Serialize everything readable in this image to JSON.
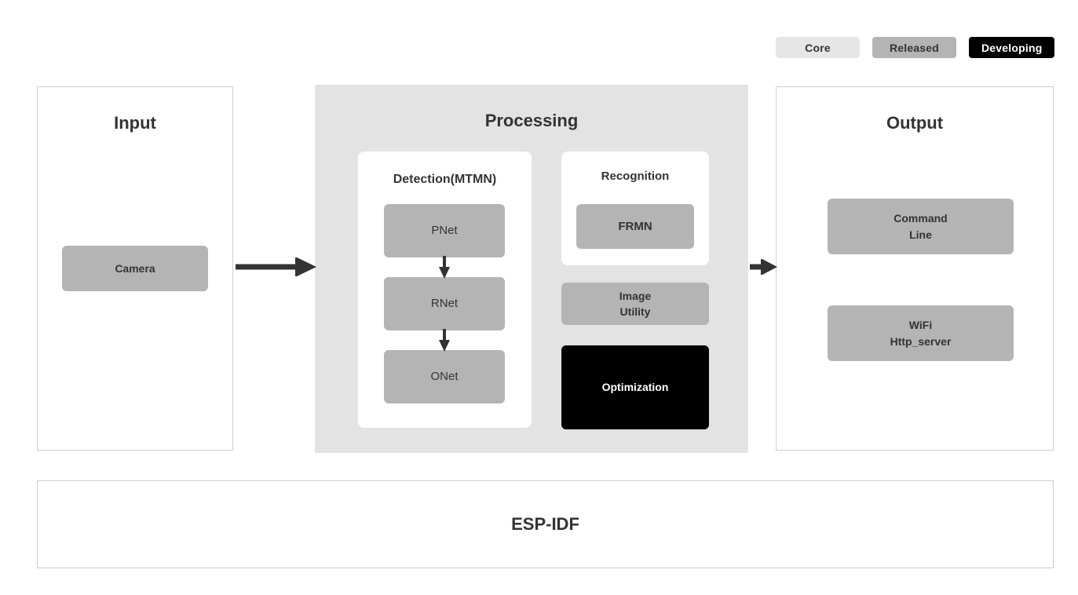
{
  "legend": {
    "items": [
      {
        "label": "Core",
        "color": "#e6e6e6",
        "text_color": "#333333"
      },
      {
        "label": "Released",
        "color": "#b4b4b4",
        "text_color": "#333333"
      },
      {
        "label": "Developing",
        "color": "#000000",
        "text_color": "#ffffff"
      }
    ]
  },
  "input": {
    "title": "Input",
    "nodes": [
      {
        "label": "Camera",
        "status": "Released"
      }
    ]
  },
  "processing": {
    "title": "Processing",
    "detection": {
      "title": "Detection(MTMN)",
      "nodes": [
        {
          "label": "PNet",
          "status": "Released"
        },
        {
          "label": "RNet",
          "status": "Released"
        },
        {
          "label": "ONet",
          "status": "Released"
        }
      ]
    },
    "recognition": {
      "title": "Recognition",
      "nodes": [
        {
          "label": "FRMN",
          "status": "Released"
        }
      ]
    },
    "extras": [
      {
        "label": "Image\nUtility",
        "status": "Released"
      },
      {
        "label": "Optimization",
        "status": "Developing"
      }
    ]
  },
  "output": {
    "title": "Output",
    "nodes": [
      {
        "label": "Command\nLine",
        "status": "Released"
      },
      {
        "label": "WiFi\nHttp_server",
        "status": "Released"
      }
    ]
  },
  "foundation": {
    "label": "ESP-IDF"
  },
  "flow": {
    "arrows": [
      {
        "from": "Input",
        "to": "Processing",
        "direction": "right"
      },
      {
        "from": "Processing",
        "to": "Output",
        "direction": "right"
      },
      {
        "from": "PNet",
        "to": "RNet",
        "direction": "down"
      },
      {
        "from": "RNet",
        "to": "ONet",
        "direction": "down"
      }
    ]
  },
  "colors": {
    "core": "#e6e6e6",
    "released": "#b4b4b4",
    "developing": "#000000",
    "panel_fill": "#e3e3e3",
    "panel_border": "#cccccc",
    "text": "#333333",
    "arrow": "#333333"
  }
}
